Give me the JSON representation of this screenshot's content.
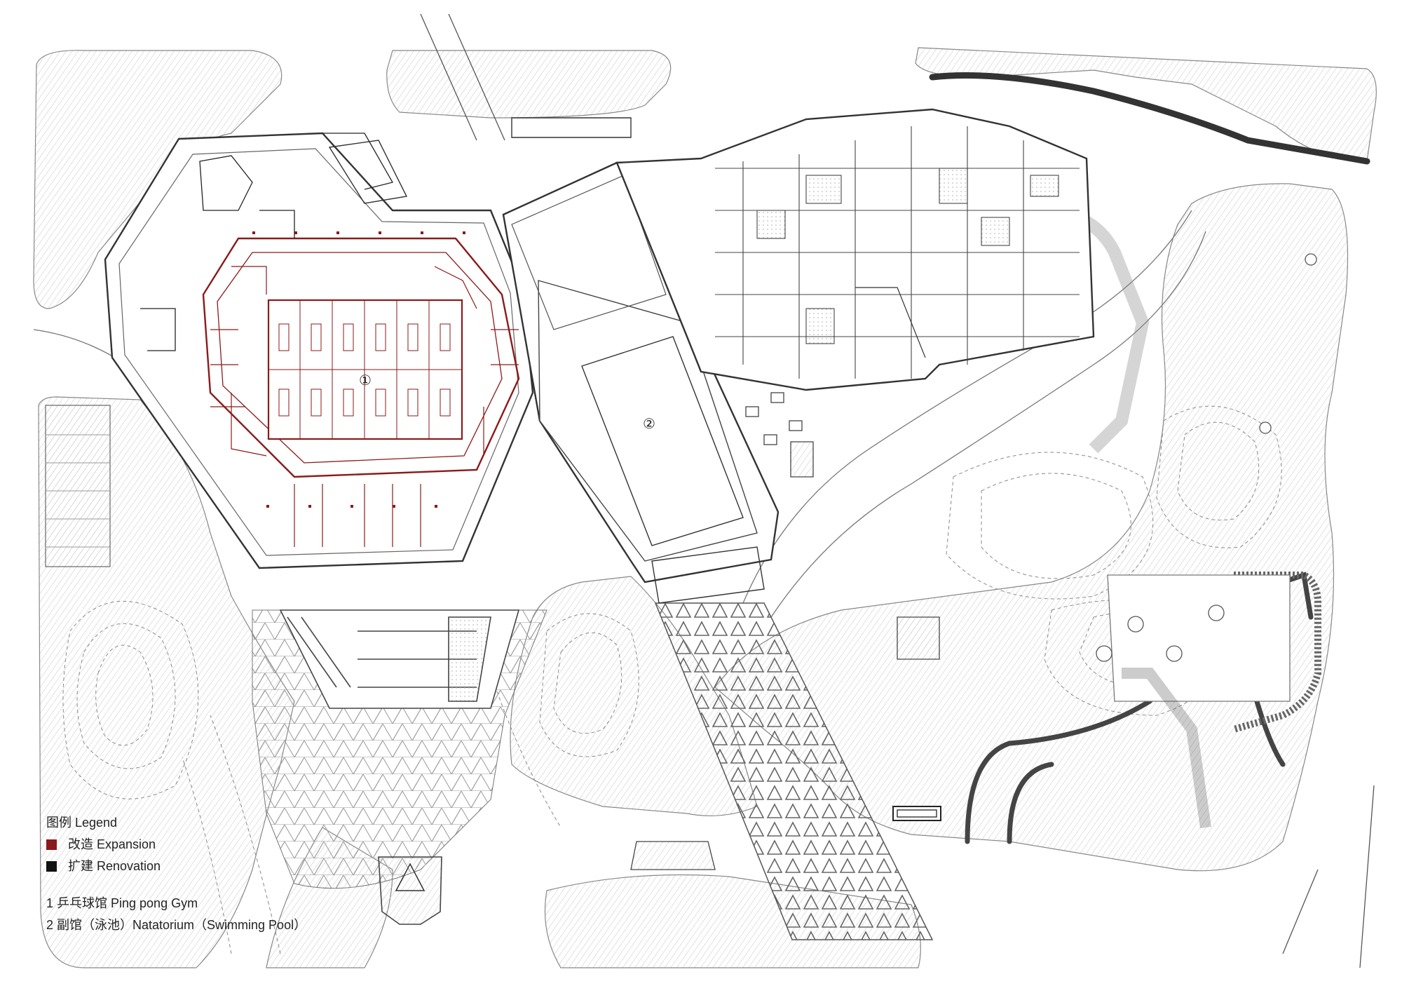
{
  "drawing": {
    "markers": [
      {
        "num": "①"
      },
      {
        "num": "②"
      }
    ]
  },
  "legend": {
    "title": "图例 Legend",
    "items": [
      {
        "label": "改造 Expansion",
        "color": "#8b1a1a"
      },
      {
        "label": "扩建 Renovation",
        "color": "#111111"
      }
    ],
    "notes": [
      "1 乒乓球馆 Ping pong Gym",
      "2 副馆（泳池）Natatorium（Swimming Pool）"
    ]
  },
  "colors": {
    "line": "#555555",
    "hatch": "#b5b5b5",
    "expansion": "#8b1a1a",
    "renovation": "#111111"
  }
}
